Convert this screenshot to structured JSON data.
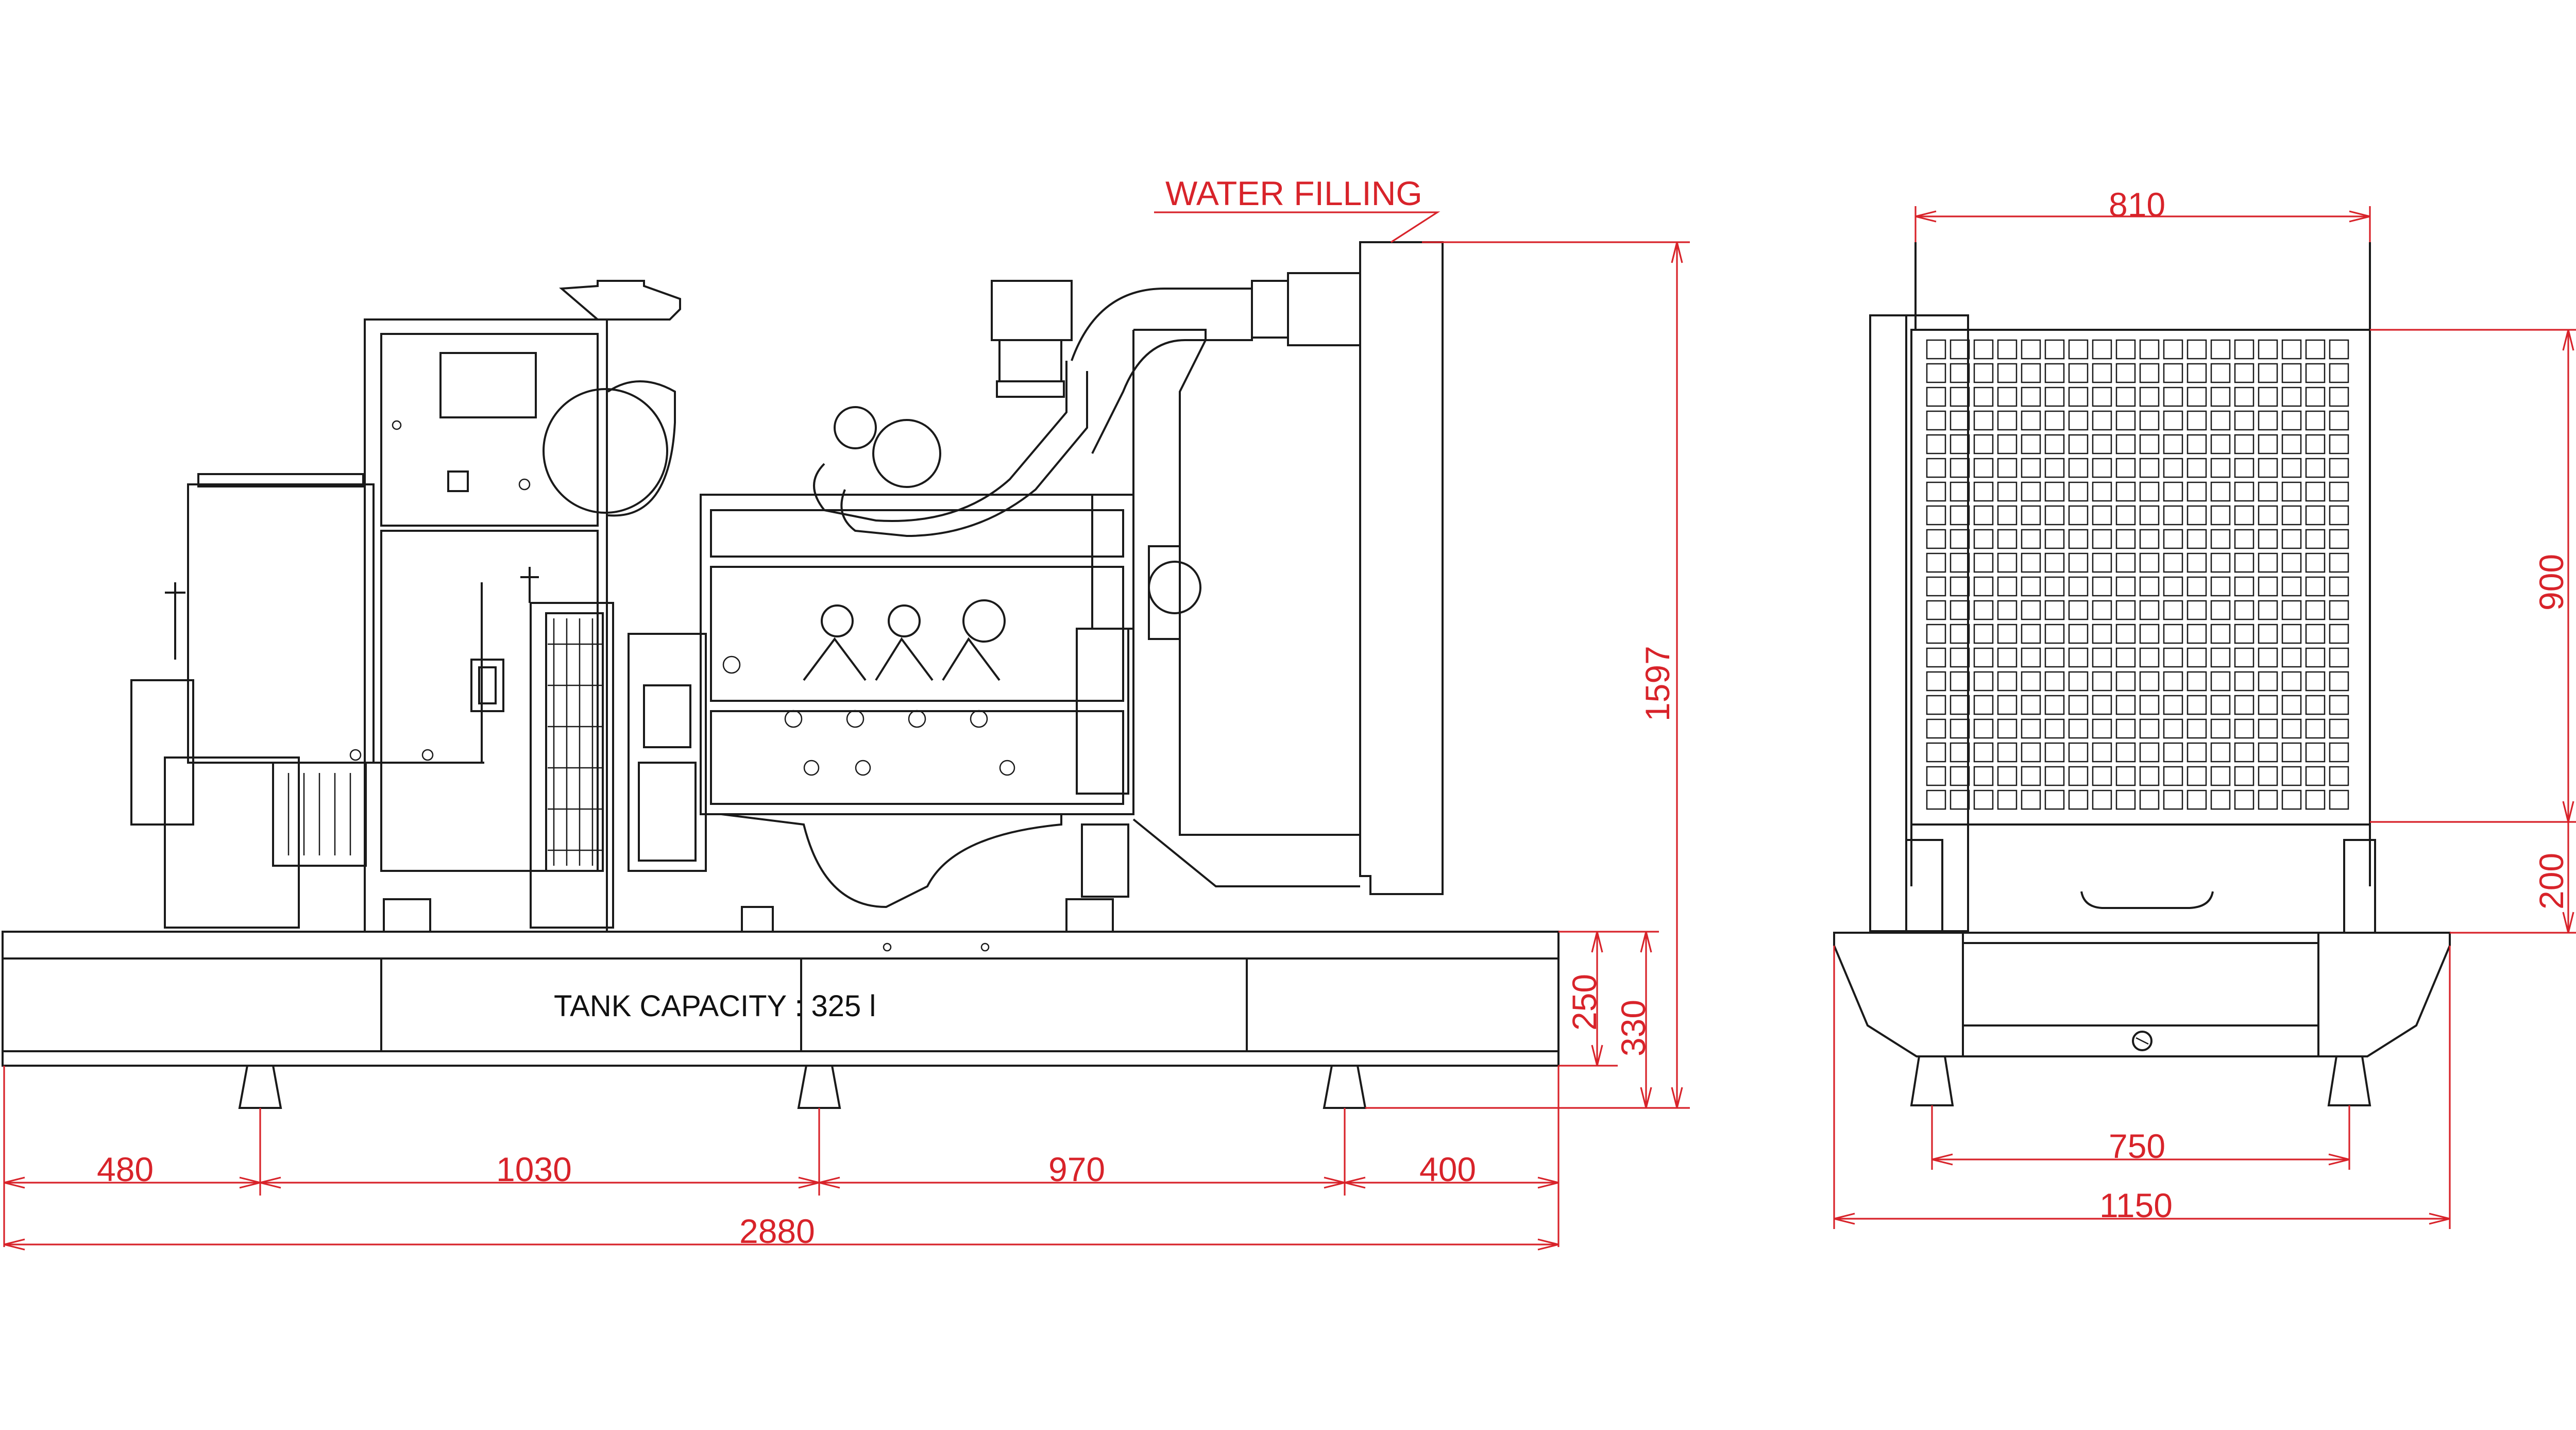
{
  "labels": {
    "water_filling": "WATER FILLING",
    "tank_capacity": "TANK CAPACITY : 325 l"
  },
  "dimensions": {
    "side_view": {
      "seg_1": "480",
      "seg_2": "1030",
      "seg_3": "970",
      "seg_4": "400",
      "total_length": "2880",
      "total_height": "1597",
      "base_250": "250",
      "base_330": "330"
    },
    "front_view": {
      "radiator_width": "810",
      "radiator_height": "900",
      "bottom_gap": "200",
      "feet_span": "750",
      "total_width": "1150"
    }
  },
  "colors": {
    "dimension": "#d8232a",
    "outline": "#1a1a1a"
  }
}
